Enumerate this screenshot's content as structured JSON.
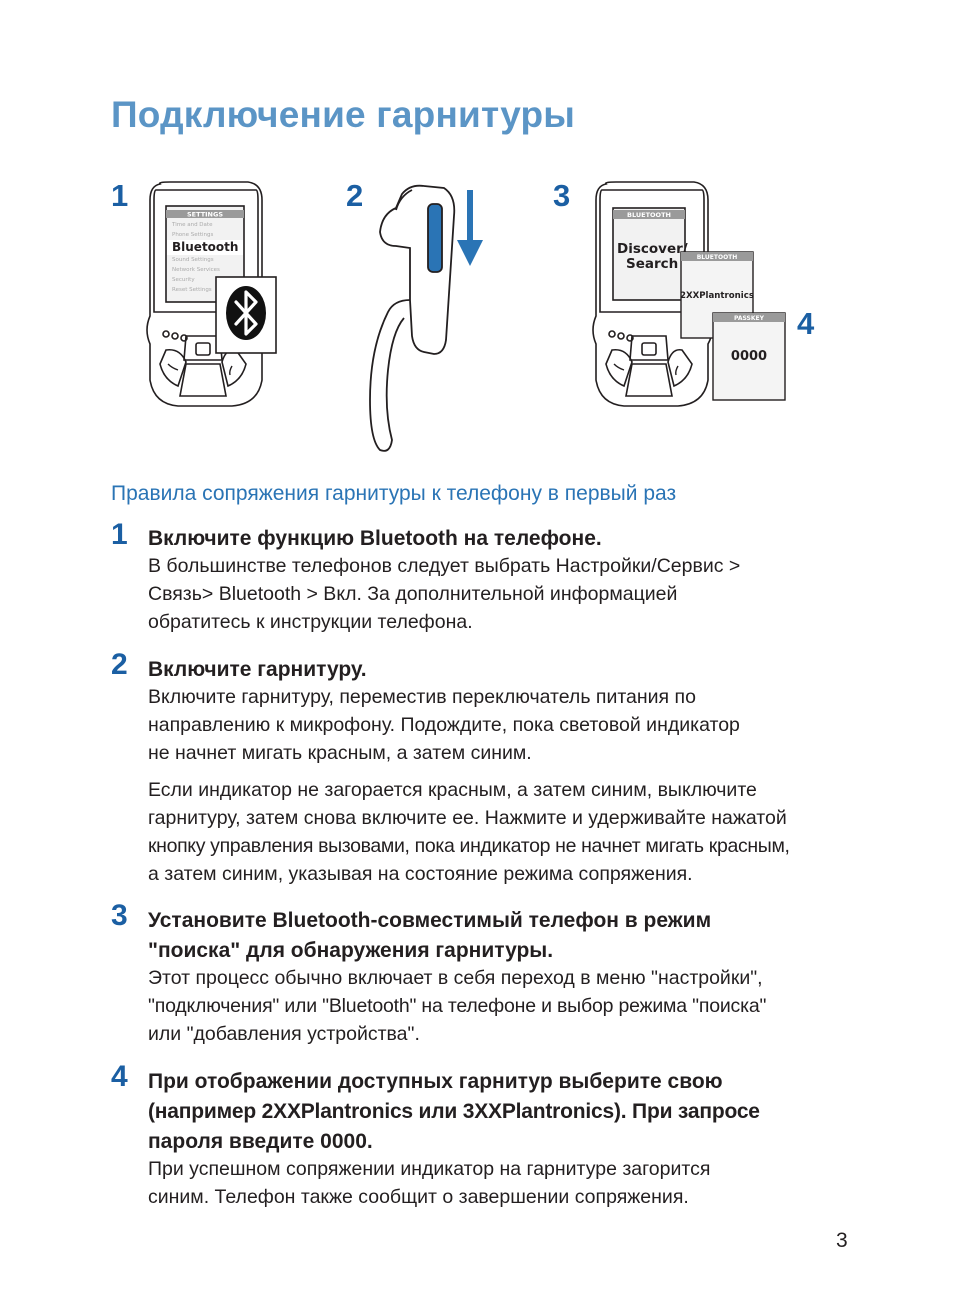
{
  "title": "Подключение гарнитуры",
  "figure": {
    "numbers": [
      "1",
      "2",
      "3",
      "4"
    ],
    "phone1": {
      "menu_header": "SETTINGS",
      "menu_items": [
        "Time and Date",
        "Phone Settings",
        "Bluetooth",
        "Sound Settings",
        "Network Services",
        "Security",
        "Reset Settings"
      ]
    },
    "phone3": {
      "screen_header": "BLUETOOTH",
      "screen_line1": "Discover/",
      "screen_line2": "Search"
    },
    "popup_device": {
      "header": "BLUETOOTH",
      "value": "2XXPlantronics"
    },
    "popup_passkey": {
      "header": "PASSKEY",
      "value": "0000"
    }
  },
  "subtitle": "Правила сопряжения гарнитуры к телефону в первый раз",
  "steps": [
    {
      "number": "1",
      "heading": [
        "Включите функцию Bluetooth на телефоне."
      ],
      "paragraphs": [
        [
          "В большинстве телефонов следует выбрать Настройки/Сервис >",
          "Связь> Bluetooth > Вкл. За дополнительной информацией",
          "обратитесь к инструкции телефона."
        ]
      ]
    },
    {
      "number": "2",
      "heading": [
        "Включите гарнитуру."
      ],
      "paragraphs": [
        [
          "Включите гарнитуру, переместив переключатель питания по",
          "направлению к микрофону. Подождите, пока световой индикатор",
          "не начнет мигать красным, а затем синим."
        ],
        [
          "Если индикатор не загорается красным, а затем синим, выключите",
          "гарнитуру, затем снова включите ее. Нажмите и удерживайте нажатой",
          "кнопку управления вызовами, пока индикатор не начнет мигать красным,",
          "а затем синим, указывая на состояние режима сопряжения."
        ]
      ]
    },
    {
      "number": "3",
      "heading": [
        "Установите Bluetooth-совместимый телефон в режим",
        "\"поиска\" для обнаружения гарнитуры."
      ],
      "paragraphs": [
        [
          "Этот процесс обычно включает в себя переход в меню \"настройки\",",
          "\"подключения\" или \"Bluetooth\" на телефоне и выбор режима \"поиска\"",
          "или \"добавления устройства\"."
        ]
      ]
    },
    {
      "number": "4",
      "heading": [
        "При отображении доступных гарнитур выберите свою",
        "(например 2XXPlantronics или 3XXPlantronics). При запросе",
        "пароля введите 0000."
      ],
      "paragraphs": [
        [
          "При успешном сопряжении индикатор на гарнитуре загорится",
          "синим. Телефон также сообщит о завершении сопряжения."
        ]
      ]
    }
  ],
  "page_number": "3",
  "colors": {
    "title": "#5b95c6",
    "accent": "#1b5fa3",
    "subtitle": "#2a74b5",
    "headset_blue": "#2a74b5"
  },
  "icons": [
    "bluetooth-icon",
    "down-arrow-icon",
    "call-icon",
    "end-call-icon"
  ]
}
